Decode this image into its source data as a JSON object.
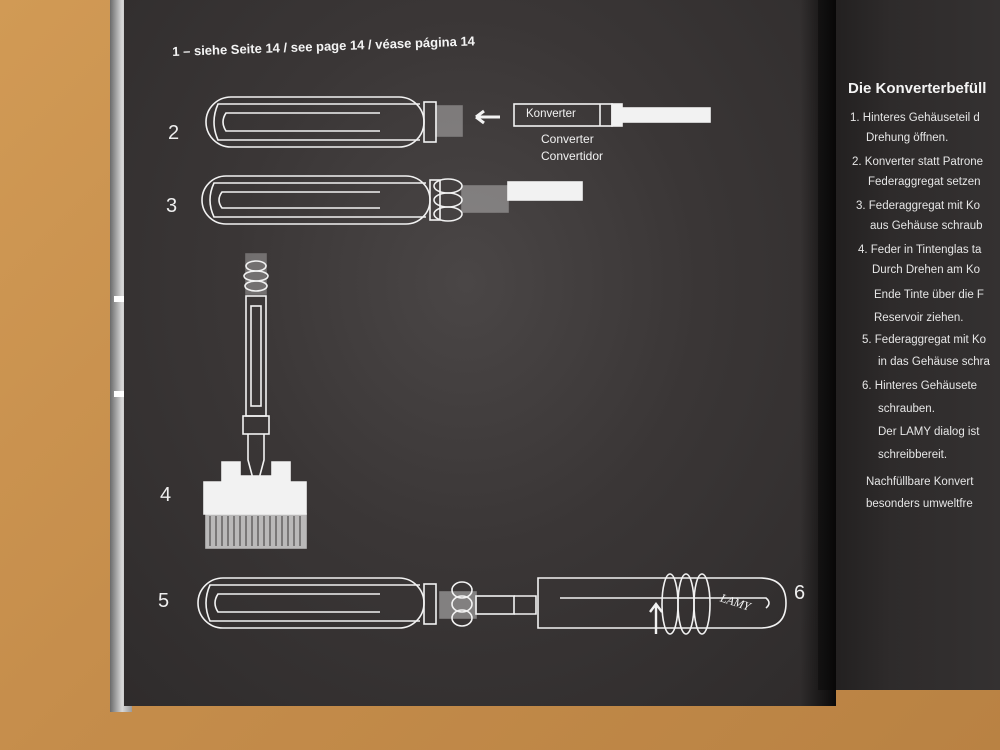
{
  "left_page": {
    "reference_line": "1 – siehe Seite 14 / see page 14 / véase página 14",
    "steps": [
      "2",
      "3",
      "4",
      "5",
      "6"
    ],
    "converter_labels": [
      "Konverter",
      "Converter",
      "Convertidor"
    ],
    "brand_logo": "LAMY"
  },
  "right_page": {
    "title": "Die Konverterbefüll",
    "lines": [
      "1. Hinteres Gehäuseteil d",
      "Drehung öffnen.",
      "2. Konverter statt Patrone",
      "Federaggregat setzen",
      "3. Federaggregat mit Ko",
      "aus Gehäuse schraub",
      "4. Feder in Tintenglas ta",
      "Durch Drehen am Ko",
      "Ende Tinte über die F",
      "Reservoir ziehen.",
      "5. Federaggregat mit Ko",
      "in das Gehäuse schra",
      "6. Hinteres Gehäusete",
      "schrauben.",
      "Der LAMY dialog ist",
      "schreibbereit.",
      "Nachfüllbare Konvert",
      "besonders umweltfre"
    ]
  }
}
